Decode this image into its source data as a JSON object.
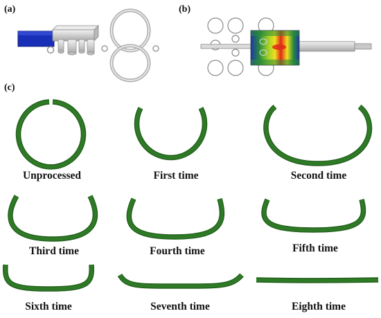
{
  "panels": {
    "a": {
      "label": "(a)"
    },
    "b": {
      "label": "(b)"
    },
    "c": {
      "label": "(c)"
    }
  },
  "colors": {
    "ring": "#2e7a26",
    "ring_edge": "#1f5c18",
    "rod": "#1a2fb8",
    "die_gray": "#d4d4d4",
    "fem_hot": "#e02a18",
    "fem_mid": "#f0e020",
    "fem_cool": "#2a8a3a",
    "fem_cold": "#1a3aa8"
  },
  "ring_stages": [
    {
      "caption": "Unprocessed"
    },
    {
      "caption": "First time"
    },
    {
      "caption": "Second time"
    },
    {
      "caption": "Third time"
    },
    {
      "caption": "Fourth time"
    },
    {
      "caption": "Fifth time"
    },
    {
      "caption": "Sixth time"
    },
    {
      "caption": "Seventh time"
    },
    {
      "caption": "Eighth time"
    }
  ]
}
